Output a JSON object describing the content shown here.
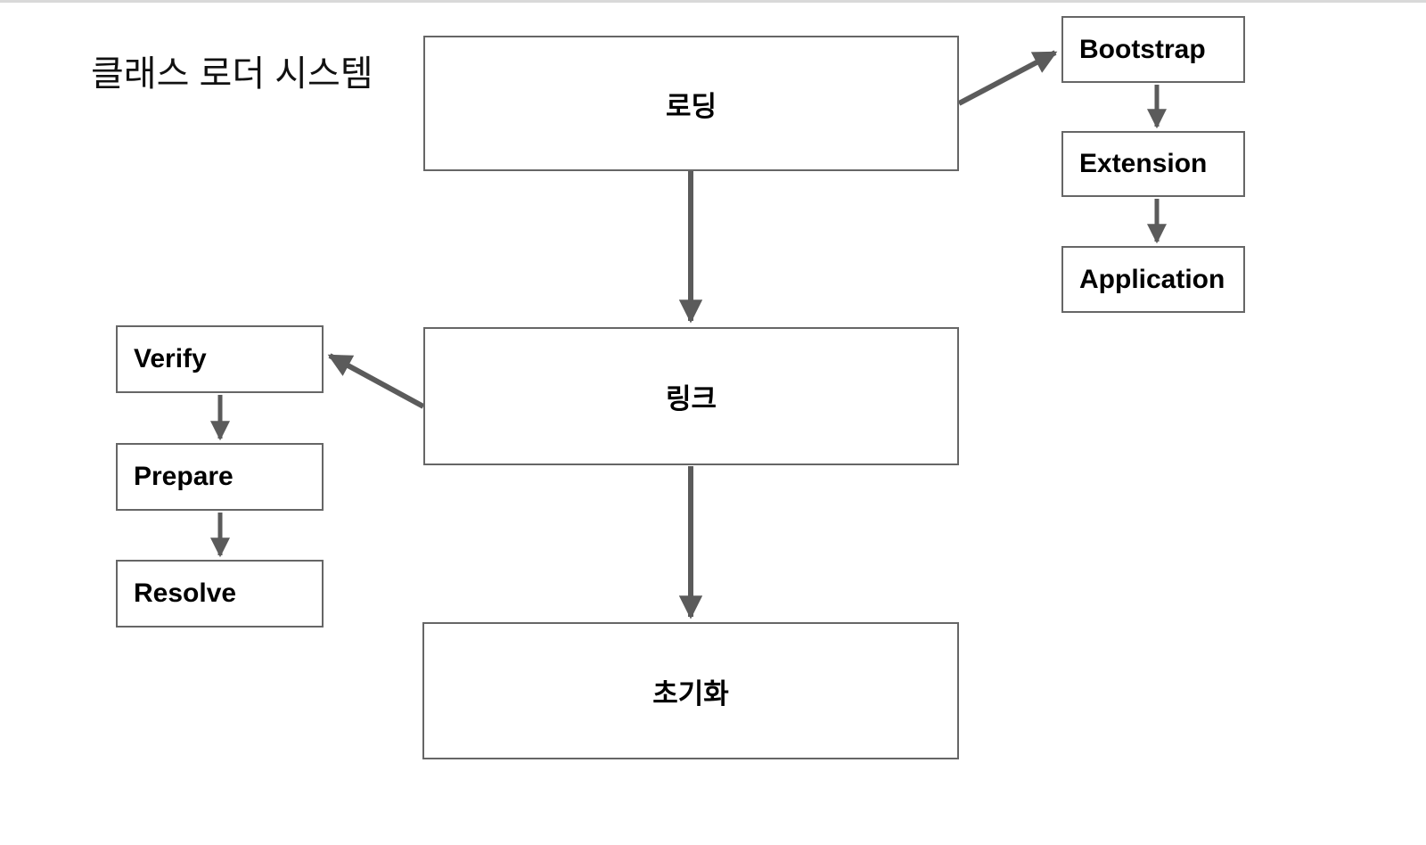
{
  "window": {
    "top_edge_color": "#d9d9d9"
  },
  "diagram": {
    "title": "클래스 로더 시스템",
    "nodes": {
      "loading": {
        "label": "로딩"
      },
      "link": {
        "label": "링크"
      },
      "initialization": {
        "label": "초기화"
      },
      "bootstrap": {
        "label": "Bootstrap"
      },
      "extension": {
        "label": "Extension"
      },
      "application": {
        "label": "Application"
      },
      "verify": {
        "label": "Verify"
      },
      "prepare": {
        "label": "Prepare"
      },
      "resolve": {
        "label": "Resolve"
      }
    },
    "edges": [
      {
        "from": "로딩",
        "to": "링크"
      },
      {
        "from": "로딩",
        "to": "Bootstrap"
      },
      {
        "from": "Bootstrap",
        "to": "Extension"
      },
      {
        "from": "Extension",
        "to": "Application"
      },
      {
        "from": "링크",
        "to": "Verify"
      },
      {
        "from": "Verify",
        "to": "Prepare"
      },
      {
        "from": "Prepare",
        "to": "Resolve"
      },
      {
        "from": "링크",
        "to": "초기화"
      }
    ],
    "colors": {
      "arrow": "#5b5b5b",
      "node_border": "#666666",
      "node_fill": "#ffffff",
      "text": "#000000",
      "background": "#ffffff"
    }
  }
}
